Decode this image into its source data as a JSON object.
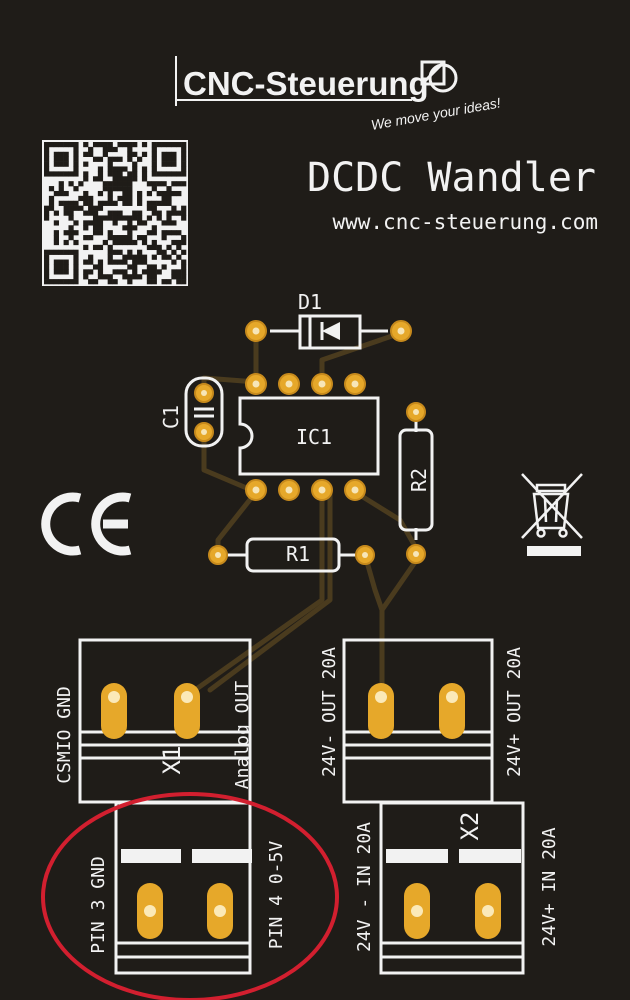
{
  "board": {
    "logo": {
      "brand": "CNC-Steuerung",
      "slogan": "We move your ideas!"
    },
    "title": "DCDC Wandler",
    "url": "www.cnc-steuerung.com",
    "components": {
      "d1": "D1",
      "c1": "C1",
      "ic1": "IC1",
      "r1": "R1",
      "r2": "R2",
      "x1": "X1",
      "x2": "X2"
    },
    "connectors": {
      "x1_left_label": "CSMIO GND",
      "x1_right_label": "Analog OUT",
      "x2_left_label": "24V- OUT 20A",
      "x2_right_label": "24V+ OUT 20A",
      "plug1_left_label": "PIN 3 GND",
      "plug1_right_label": "PIN 4 0-5V",
      "plug2_left_label": "24V - IN 20A",
      "plug2_right_label": "24V+ IN 20A"
    },
    "marks": [
      "ce-mark",
      "weee-bin-icon",
      "qr-code"
    ],
    "colors": {
      "board": "#1f1c18",
      "silkscreen": "#f2f2f2",
      "pad_gold": "#e6a82a",
      "trace": "#4a3b1e",
      "highlight_circle": "#d21f2f"
    }
  }
}
